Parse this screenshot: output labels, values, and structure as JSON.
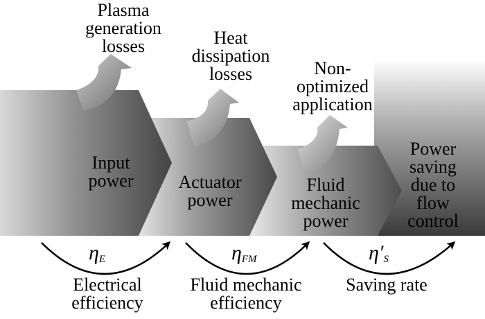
{
  "losses": [
    {
      "lines": [
        "Plasma",
        "generation",
        "losses"
      ]
    },
    {
      "lines": [
        "Heat",
        "dissipation",
        "losses"
      ]
    },
    {
      "lines": [
        "Non-",
        "optimized",
        "application"
      ]
    }
  ],
  "stages": [
    {
      "lines": [
        "Input",
        "power"
      ]
    },
    {
      "lines": [
        "Actuator",
        "power"
      ]
    },
    {
      "lines": [
        "Fluid",
        "mechanic",
        "power"
      ]
    },
    {
      "lines": [
        "Power",
        "saving",
        "due to",
        "flow",
        "control"
      ]
    }
  ],
  "efficiencies": [
    {
      "symbol": "η",
      "subscript": "E",
      "lines": [
        "Electrical",
        "efficiency"
      ]
    },
    {
      "symbol": "η",
      "subscript": "FM",
      "lines": [
        "Fluid mechanic",
        "efficiency"
      ]
    },
    {
      "symbol": "η′",
      "subscript": "S",
      "lines": [
        "Saving rate"
      ]
    }
  ]
}
